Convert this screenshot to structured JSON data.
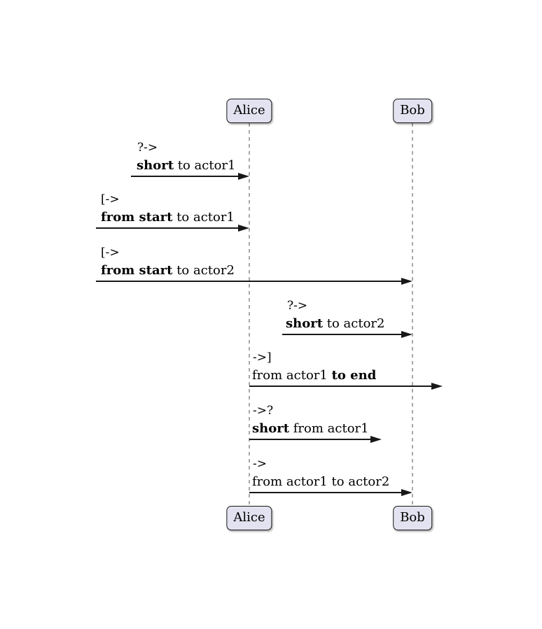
{
  "diagram": {
    "type": "sequence-diagram",
    "actors": [
      {
        "name": "Alice"
      },
      {
        "name": "Bob"
      }
    ],
    "messages": [
      {
        "operator": "?->",
        "parts": [
          {
            "text": "short",
            "bold": true
          },
          {
            "text": " to actor1",
            "bold": false
          }
        ]
      },
      {
        "operator": "[->",
        "parts": [
          {
            "text": "from start",
            "bold": true
          },
          {
            "text": " to actor1",
            "bold": false
          }
        ]
      },
      {
        "operator": "[->",
        "parts": [
          {
            "text": "from start",
            "bold": true
          },
          {
            "text": " to actor2",
            "bold": false
          }
        ]
      },
      {
        "operator": "?->",
        "parts": [
          {
            "text": "short",
            "bold": true
          },
          {
            "text": " to actor2",
            "bold": false
          }
        ]
      },
      {
        "operator": "->]",
        "parts": [
          {
            "text": "from actor1 ",
            "bold": false
          },
          {
            "text": "to end",
            "bold": true
          }
        ]
      },
      {
        "operator": "->?",
        "parts": [
          {
            "text": "short",
            "bold": true
          },
          {
            "text": " from actor1",
            "bold": false
          }
        ]
      },
      {
        "operator": "->",
        "parts": [
          {
            "text": "from actor1 to actor2",
            "bold": false
          }
        ]
      }
    ],
    "colors": {
      "background": "#FFFFFF",
      "actor_fill": "#E2E2F0",
      "actor_border": "#181818",
      "lifeline": "#A8A8A8",
      "arrow": "#181818",
      "text": "#000000"
    }
  }
}
